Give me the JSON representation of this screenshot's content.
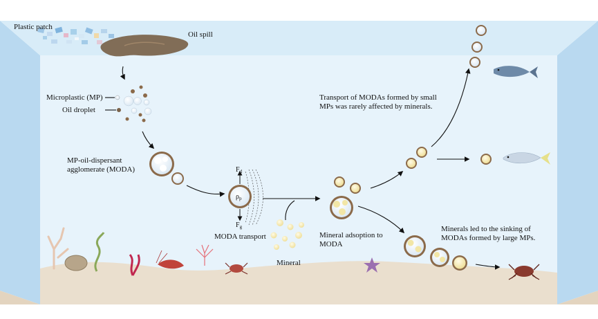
{
  "labels": {
    "plastic_patch": "Plastic patch",
    "oil_spill": "Oil spill",
    "microplastic": "Microplastic (MP)",
    "oil_droplet": "Oil droplet",
    "moda_line1": "MP-oil-dispersant",
    "moda_line2": "agglomerate (MODA)",
    "moda_transport": "MODA transport",
    "mineral": "Mineral",
    "adsorption_line1": "Mineral adsoption to",
    "adsorption_line2": "MODA",
    "small_mp_line1": "Transport of MODAs formed by small",
    "small_mp_line2": "MPs was rarely affected by minerals.",
    "large_mp_line1": "Minerals led to the sinking of",
    "large_mp_line2": "MODAs formed by large MPs.",
    "force_drag": "F",
    "force_drag_sub": "d",
    "force_gravity": "F",
    "force_gravity_sub": "g",
    "density": "ρ",
    "density_sub": "p"
  },
  "colors": {
    "water_back": "#e6f3fb",
    "water_side": "#b5d8f0",
    "water_top": "#d6ebf8",
    "sediment": "#e9dccb",
    "oil": "#7a6249",
    "moda_shell": "#8b6a4a",
    "mineral": "#f2e6a6"
  }
}
